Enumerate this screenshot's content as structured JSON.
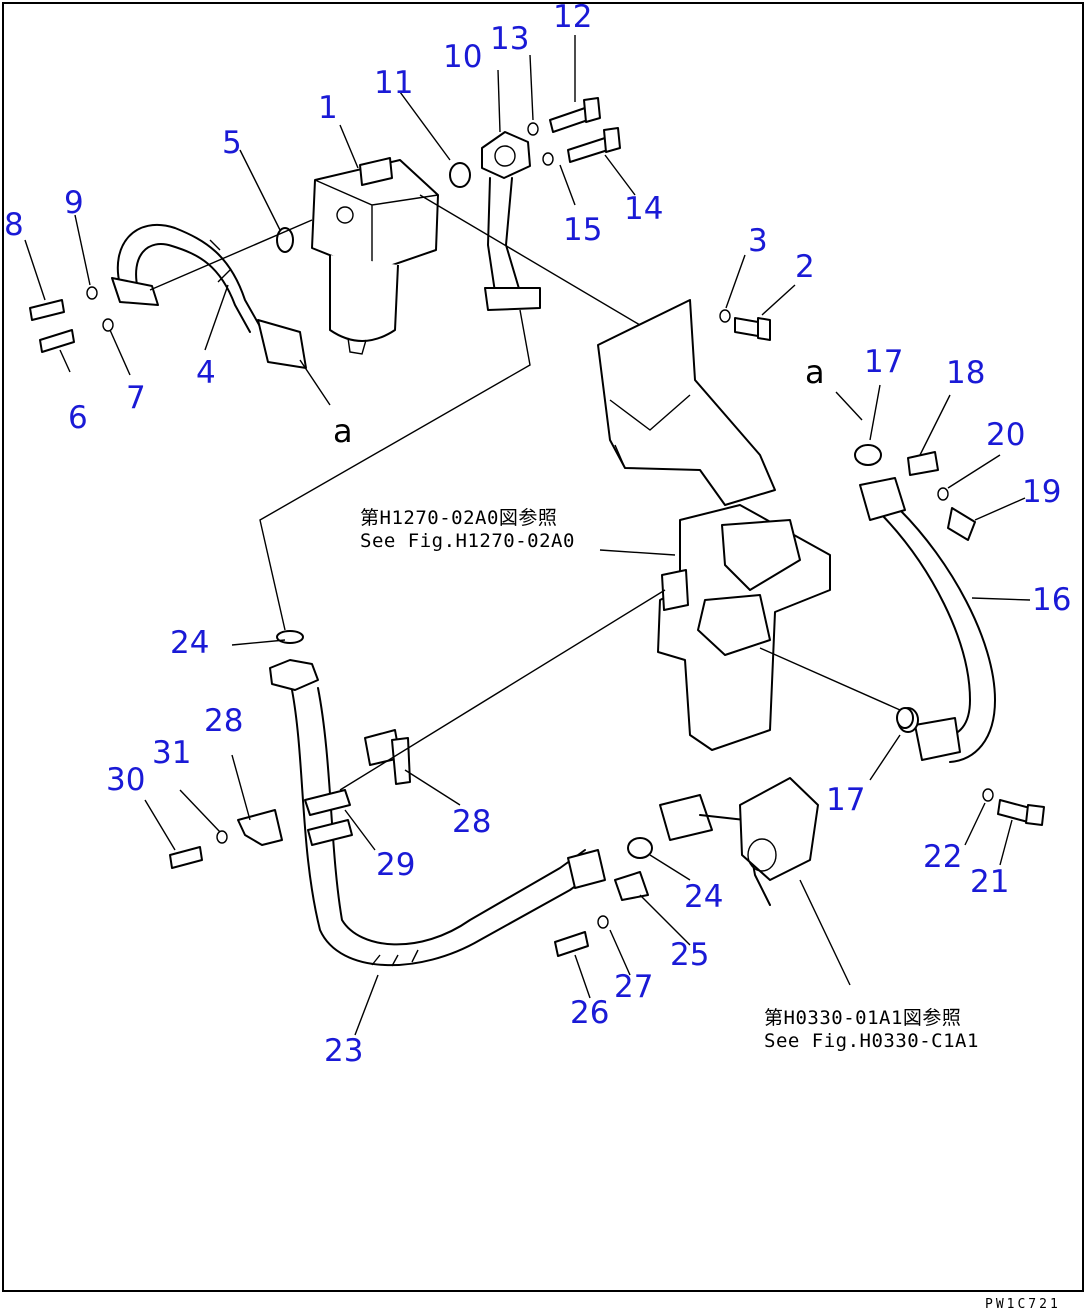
{
  "callouts": {
    "c1": "1",
    "c2": "2",
    "c3": "3",
    "c4": "4",
    "c5": "5",
    "c6": "6",
    "c7": "7",
    "c8": "8",
    "c9": "9",
    "c10": "10",
    "c11": "11",
    "c12": "12",
    "c13": "13",
    "c14": "14",
    "c15": "15",
    "c16": "16",
    "c17a": "17",
    "c17b": "17",
    "c18": "18",
    "c19": "19",
    "c20": "20",
    "c21": "21",
    "c22": "22",
    "c23": "23",
    "c24a": "24",
    "c24b": "24",
    "c25": "25",
    "c26": "26",
    "c27": "27",
    "c28a": "28",
    "c28b": "28",
    "c29": "29",
    "c30": "30",
    "c31": "31"
  },
  "references": {
    "ref1_jp": "第H1270-02A0図参照",
    "ref1_en": "See Fig.H1270-02A0",
    "ref2_jp": "第H0330-01A1図参照",
    "ref2_en": "See Fig.H0330-C1A1"
  },
  "view_markers": {
    "a_left": "a",
    "a_right": "a"
  },
  "drawing_code": "PW1C721",
  "colors": {
    "callout": "#1a1ad6",
    "line": "#000000",
    "background": "#ffffff"
  }
}
